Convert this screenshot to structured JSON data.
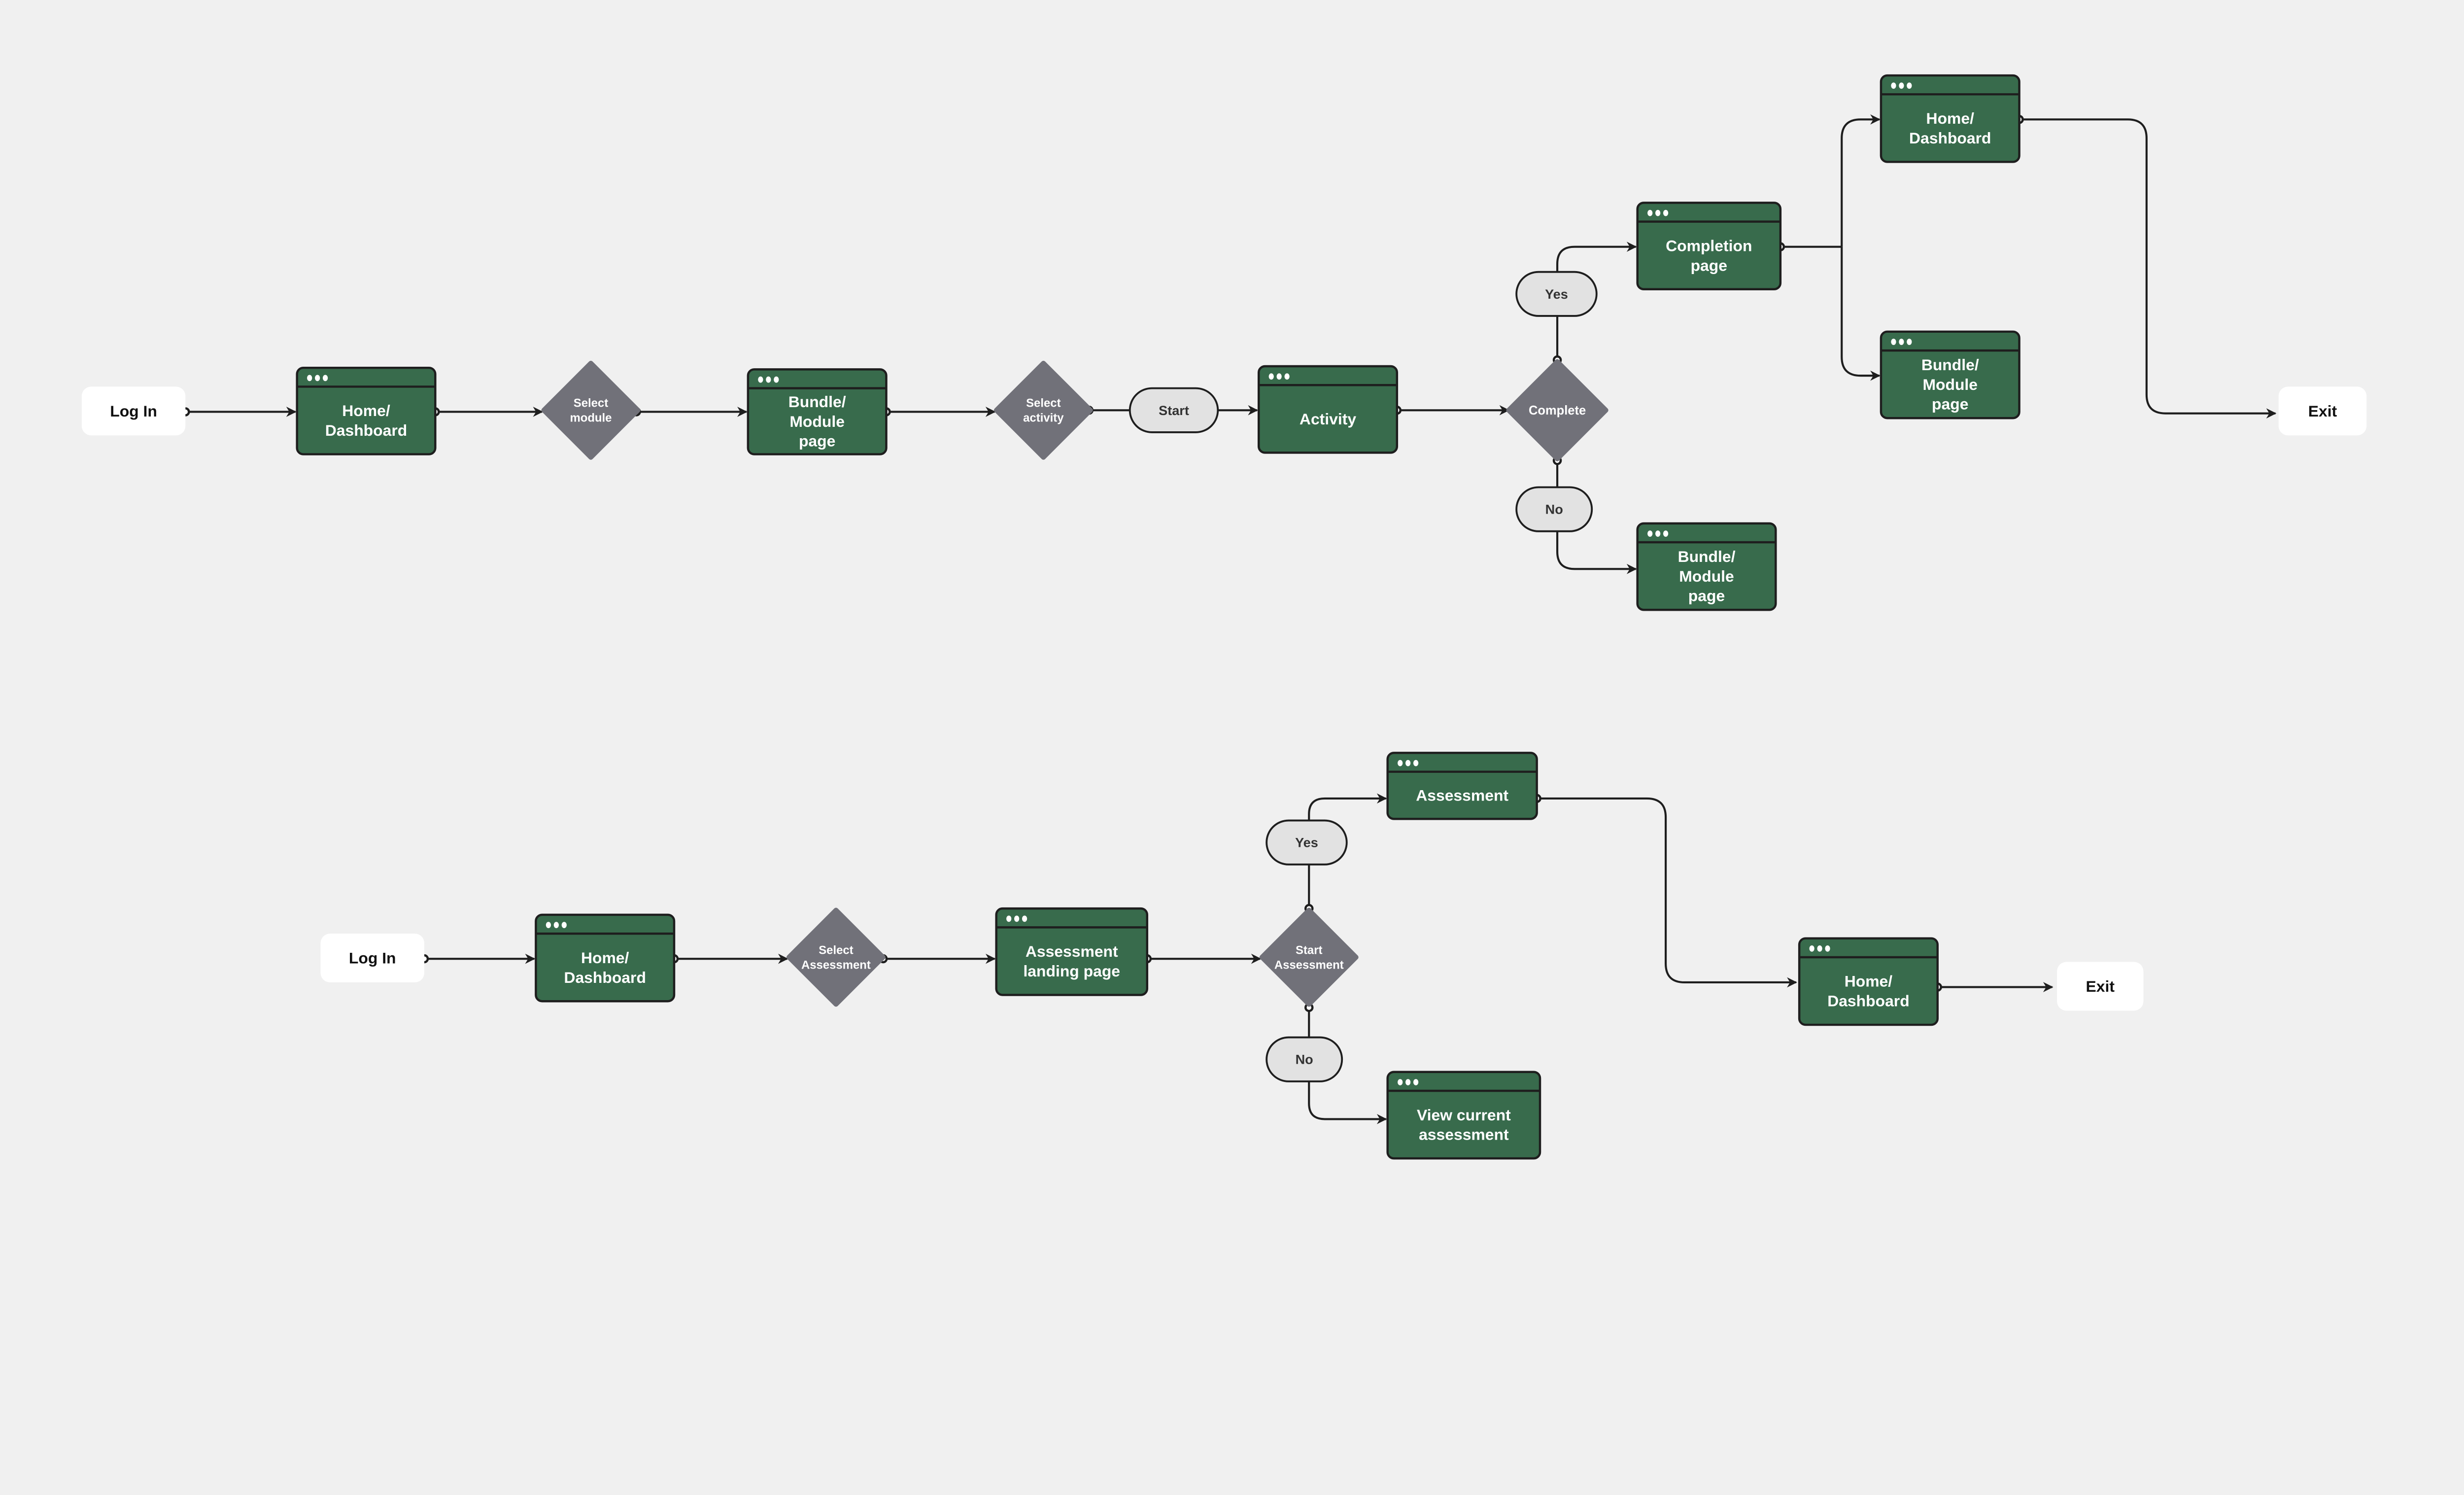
{
  "colors": {
    "background": "#f0f0f0",
    "screen_fill": "#386b4c",
    "screen_stroke": "#1e1e1e",
    "decision_fill": "#717179",
    "pill_fill": "#e2e2e2",
    "terminal_fill": "#ffffff",
    "edge": "#1e1e1e"
  },
  "flow1": {
    "login": "Log In",
    "home": [
      "Home/",
      "Dashboard"
    ],
    "select_module": [
      "Select",
      "module"
    ],
    "bundle": [
      "Bundle/",
      "Module",
      "page"
    ],
    "select_activity": [
      "Select",
      "activity"
    ],
    "start": "Start",
    "activity": [
      "Activity"
    ],
    "complete": [
      "Complete"
    ],
    "yes": "Yes",
    "no": "No",
    "completion": [
      "Completion",
      "page"
    ],
    "bundle_no": [
      "Bundle/",
      "Module",
      "page"
    ],
    "home_final": [
      "Home/",
      "Dashboard"
    ],
    "bundle_final": [
      "Bundle/",
      "Module",
      "page"
    ],
    "exit": "Exit"
  },
  "flow2": {
    "login": "Log In",
    "home": [
      "Home/",
      "Dashboard"
    ],
    "select_assessment": [
      "Select",
      "Assessment"
    ],
    "landing": [
      "Assessment",
      "landing page"
    ],
    "start_assessment": [
      "Start",
      "Assessment"
    ],
    "yes": "Yes",
    "no": "No",
    "assessment": [
      "Assessment"
    ],
    "view_current": [
      "View current",
      "assessment"
    ],
    "home_final": [
      "Home/",
      "Dashboard"
    ],
    "exit": "Exit"
  }
}
